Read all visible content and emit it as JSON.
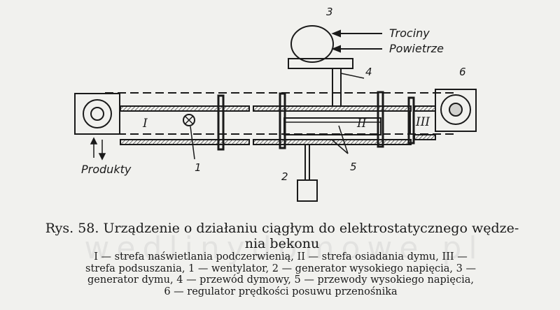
{
  "diagram": {
    "labels": {
      "sawdust": "Trociny",
      "air": "Powietrze",
      "products": "Produkty",
      "zone1": "I",
      "zone2": "II",
      "zone3": "III",
      "n1": "1",
      "n2": "2",
      "n3": "3",
      "n4": "4",
      "n5": "5",
      "n6": "6"
    }
  },
  "caption": {
    "title_line1": "Rys. 58. Urządzenie o działaniu ciągłym do elektrostatycznego wędze-",
    "title_line2": "nia bekonu",
    "legend_lines": [
      "I — strefa naświetlania podczerwienią, II — strefa osiadania dymu, III —",
      "strefa podsuszania, 1 — wentylator, 2 — generator wysokiego napięcia, 3 —",
      "generator dymu, 4 — przewód dymowy, 5 — przewody wysokiego napięcia,",
      "6 — regulator prędkości posuwu przenośnika"
    ]
  },
  "watermark": "wedlinydomowe.pl"
}
